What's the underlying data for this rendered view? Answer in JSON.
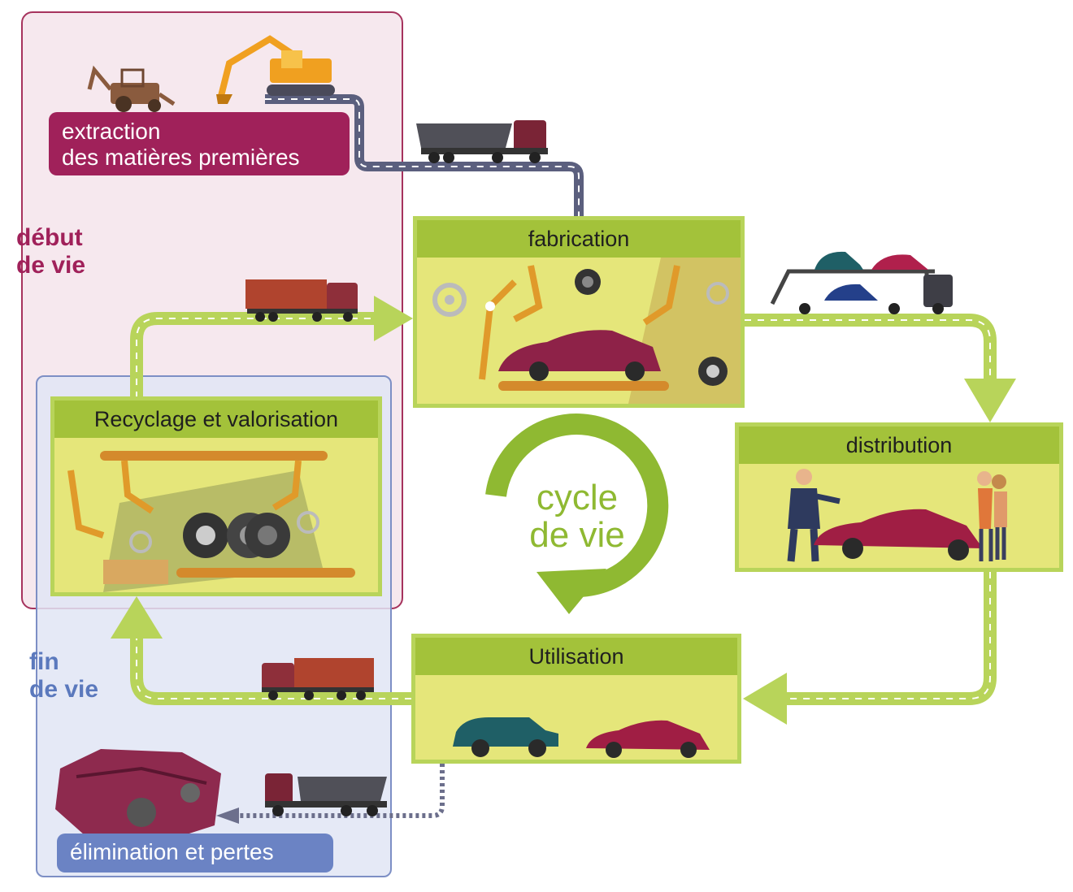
{
  "zones": {
    "start_of_life": "début\nde vie",
    "end_of_life": "fin\nde vie"
  },
  "steps": {
    "extraction": "extraction\ndes matières premières",
    "manufacturing": "fabrication",
    "distribution": "distribution",
    "use": "Utilisation",
    "recycling": "Recyclage et valorisation",
    "disposal": "élimination et pertes"
  },
  "center": {
    "label": "cycle\nde vie"
  },
  "colors": {
    "start_zone": "#a0215a",
    "end_zone": "#6b83c4",
    "stage_header": "#a3c23a",
    "stage_body": "#e5e67a",
    "arrow": "#b8d45a",
    "road": "#5b5f7e",
    "cycle": "#8fb932"
  },
  "icons": [
    "backhoe-icon",
    "excavator-icon",
    "dump-truck-icon",
    "car-carrier-icon",
    "box-truck-icon",
    "robot-arm-icon",
    "car-icon",
    "tire-icon",
    "gear-icon",
    "salesman-icon",
    "couple-icon",
    "crushed-car-icon",
    "cycle-arrow-icon"
  ]
}
